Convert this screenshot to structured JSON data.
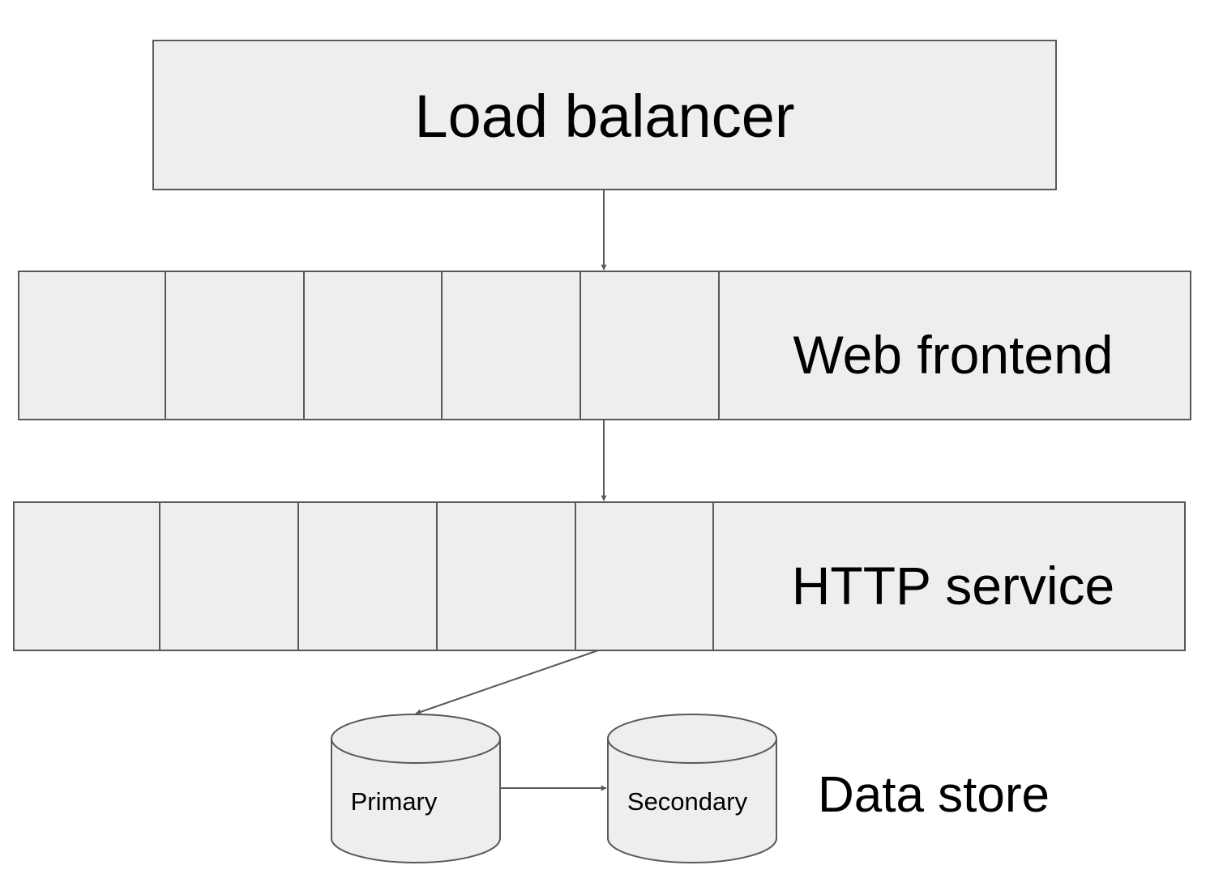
{
  "diagram": {
    "load_balancer": {
      "label": "Load balancer"
    },
    "web_frontend": {
      "label": "Web frontend",
      "instances": 5
    },
    "http_service": {
      "label": "HTTP service",
      "instances": 5
    },
    "data_store": {
      "label": "Data store",
      "primary": {
        "label": "Primary"
      },
      "secondary": {
        "label": "Secondary"
      }
    },
    "edges": [
      {
        "from": "Load balancer",
        "to": "Web frontend"
      },
      {
        "from": "Web frontend",
        "to": "HTTP service"
      },
      {
        "from": "HTTP service",
        "to": "Primary"
      },
      {
        "from": "Primary",
        "to": "Secondary"
      }
    ],
    "colors": {
      "box_fill": "#eeeeee",
      "stroke": "#595959",
      "text": "#000000"
    }
  }
}
